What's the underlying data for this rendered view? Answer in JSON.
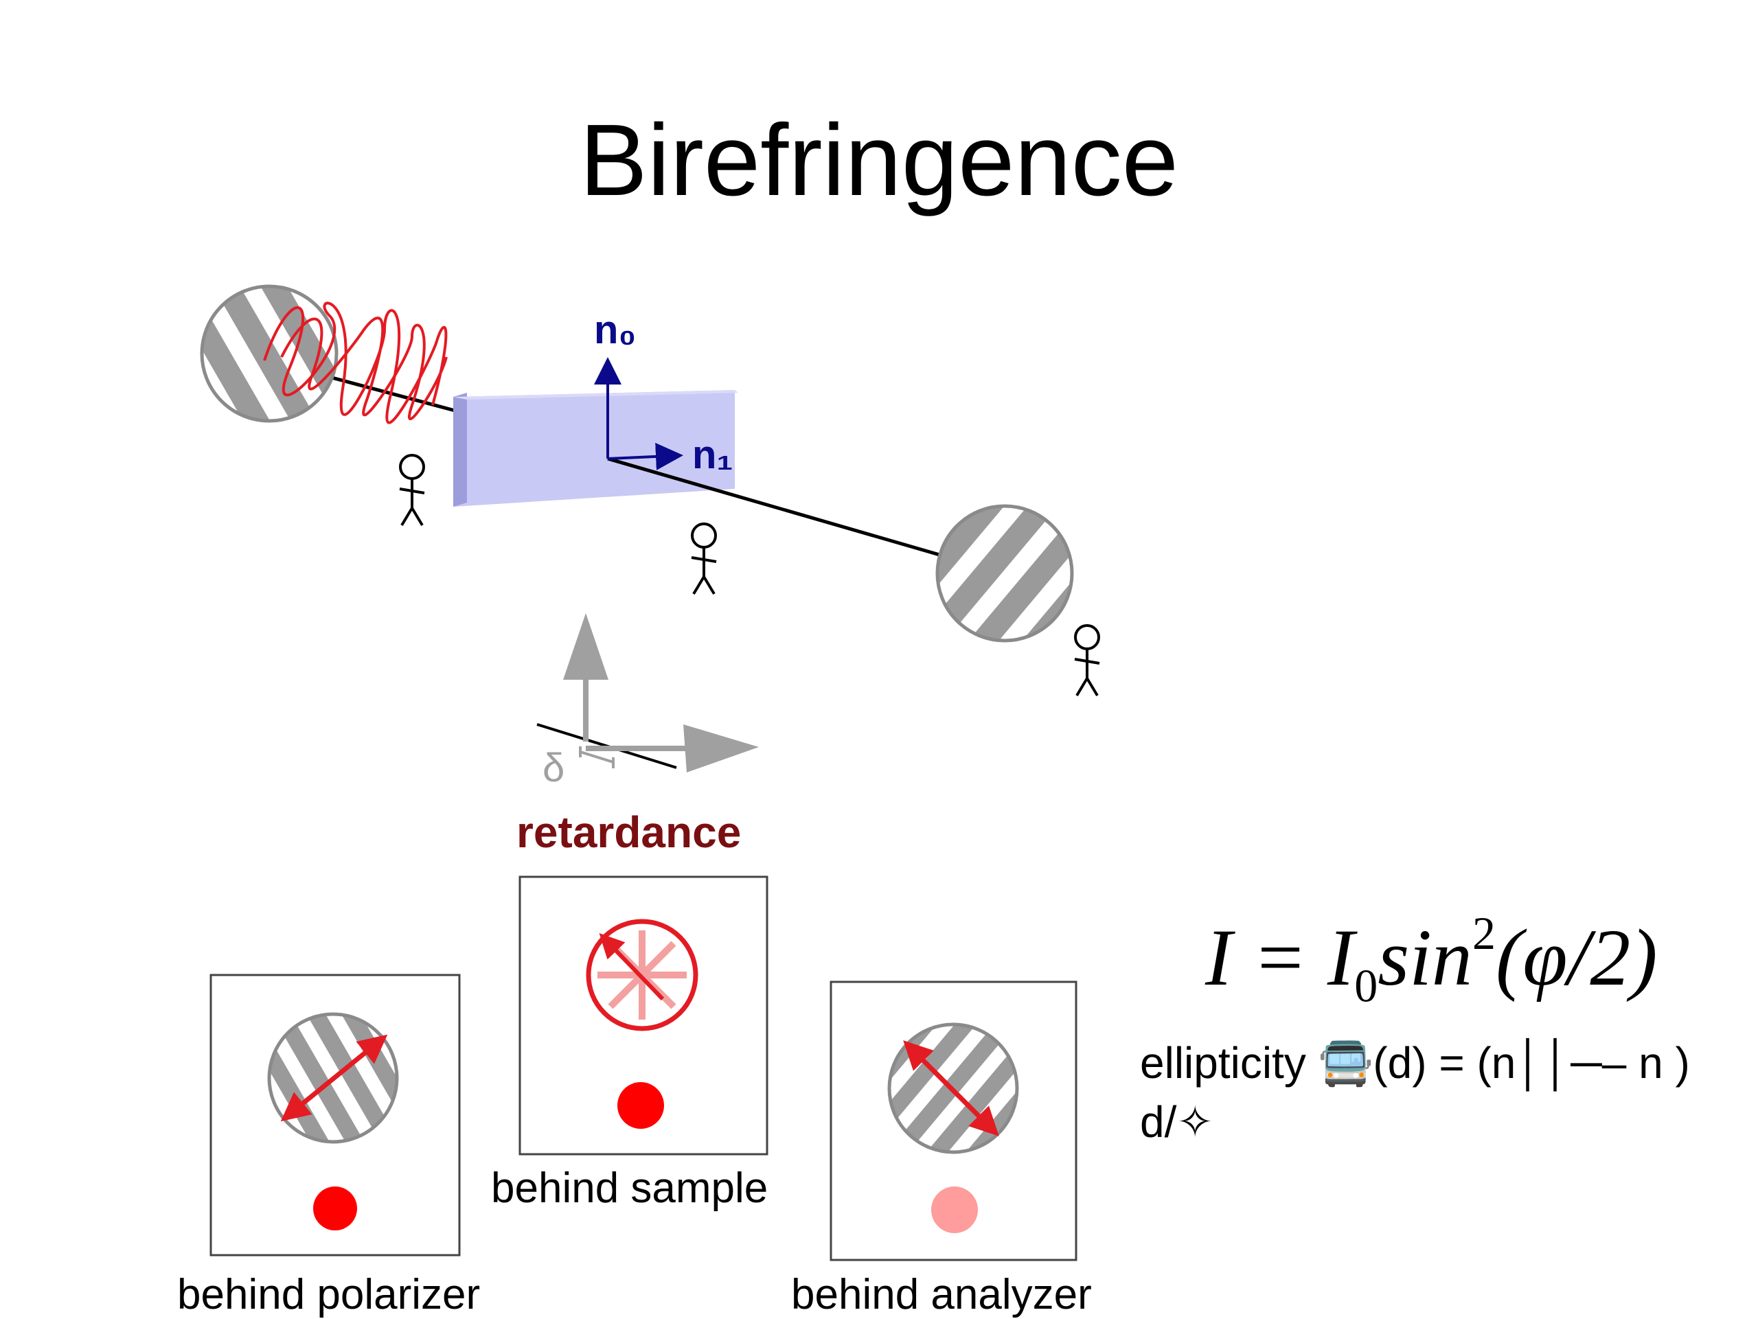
{
  "title": "Birefringence",
  "axis_labels": {
    "n0": "n₀",
    "n1": "n₁",
    "delta": "δ"
  },
  "retardance_label": "retardance",
  "panels": [
    {
      "caption": "behind polarizer"
    },
    {
      "caption": "behind sample"
    },
    {
      "caption": "behind analyzer"
    }
  ],
  "formula": {
    "lhs": "I = I",
    "sub": "0",
    "mid": "sin",
    "sup": "2",
    "rhs": "(φ/2)"
  },
  "ellipticity": {
    "line1": "ellipticity 🚍(d) = (n││─– n )",
    "line2": "d/✧"
  },
  "colors": {
    "wave": "#e31b23",
    "axis": "#0a0a8a",
    "crystal": "#c9c9f5",
    "stripe": "#9a9a9a",
    "dot": "#ff0000",
    "dot_faint": "#ff9c9c",
    "retardance": "#7a0f12"
  }
}
